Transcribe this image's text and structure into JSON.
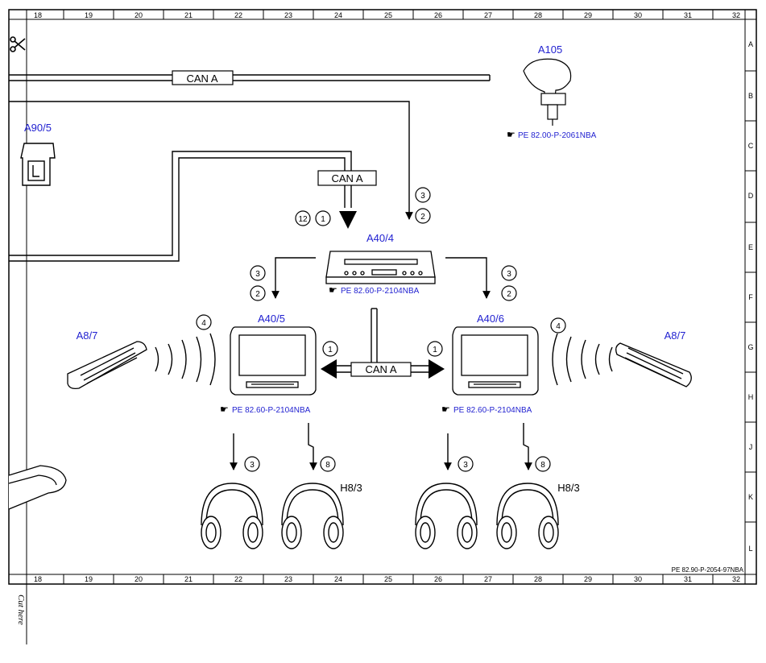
{
  "ruler": {
    "columns": [
      "18",
      "19",
      "20",
      "21",
      "22",
      "23",
      "24",
      "25",
      "26",
      "27",
      "28",
      "29",
      "30",
      "31",
      "32"
    ],
    "rows": [
      "A",
      "B",
      "C",
      "D",
      "E",
      "F",
      "G",
      "H",
      "J",
      "K",
      "L"
    ]
  },
  "bus_labels": {
    "top": "CAN A",
    "mid": "CAN A",
    "bottom": "CAN A"
  },
  "components": {
    "a105": "A105",
    "a90_5": "A90/5",
    "a40_4": "A40/4",
    "a40_5": "A40/5",
    "a40_6": "A40/6",
    "a8_7_left": "A8/7",
    "a8_7_right": "A8/7",
    "h8_3_left": "H8/3",
    "h8_3_right": "H8/3"
  },
  "refs": {
    "a105": "PE 82.00-P-2061NBA",
    "a40_4": "PE 82.60-P-2104NBA",
    "a40_5": "PE 82.60-P-2104NBA",
    "a40_6": "PE 82.60-P-2104NBA",
    "footer": "PE 82.90-P-2054-97NBA"
  },
  "markers": {
    "m12": "12",
    "m1_top": "1",
    "m3_top": "3",
    "m2_top": "2",
    "m3_l": "3",
    "m2_l": "2",
    "m3_r": "3",
    "m2_r": "2",
    "m4_l": "4",
    "m4_r": "4",
    "m1_l": "1",
    "m1_r": "1",
    "m3_hl": "3",
    "m8_hl": "8",
    "m3_hr": "3",
    "m8_hr": "8"
  },
  "cut_text": "Cut here"
}
